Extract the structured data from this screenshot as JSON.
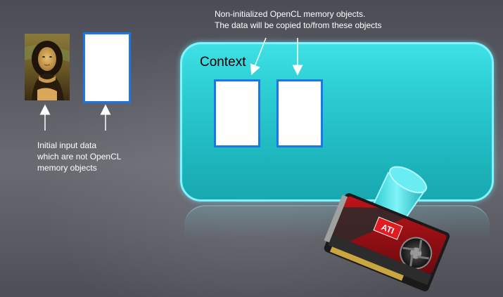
{
  "notes": {
    "memory_objects_line1": "Non-initialized OpenCL memory objects.",
    "memory_objects_line2": "The data will be copied to/from these objects",
    "input_line1": "Initial input data",
    "input_line2": "which are not OpenCL",
    "input_line3": "memory objects"
  },
  "context": {
    "label": "Context"
  },
  "gpu": {
    "brand_text": "ATI"
  },
  "colors": {
    "context_fill": "#2fd0d6",
    "context_border": "#7ff3ff",
    "box_border": "#1b76e6",
    "text": "#ffffff"
  },
  "icons": {
    "painting": "mona-lisa-image",
    "gpu": "graphics-card-image"
  }
}
